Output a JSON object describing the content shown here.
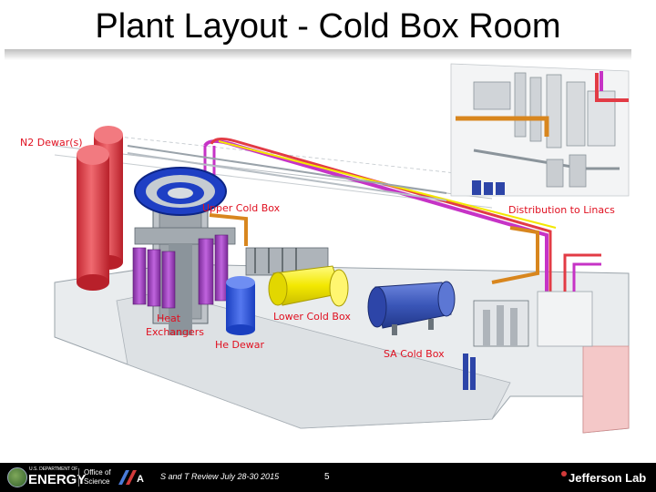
{
  "slide": {
    "title": "Plant Layout - Cold Box Room"
  },
  "labels": {
    "n2_dewar": "N2 Dewar(s)",
    "upper_cold_box": "Upper Cold Box",
    "distribution": "Distribution to Linacs",
    "heat_exchangers_1": "Heat",
    "heat_exchangers_2": "Exchangers",
    "lower_cold_box": "Lower Cold Box",
    "he_dewar": "He Dewar",
    "sa_cold_box": "SA Cold Box"
  },
  "footer": {
    "doe_small": "U.S. DEPARTMENT OF",
    "doe_energy": "ENERGY",
    "office_1": "Office of",
    "office_2": "Science",
    "review": "S and T Review July 28-30  2015",
    "page": "5",
    "lab": "Jefferson Lab"
  },
  "colors": {
    "label_red": "#e01020",
    "dewar_red": "#e23b45",
    "pipe_magenta": "#c633c6",
    "pipe_orange": "#d8861e",
    "cold_box_yellow": "#f3e800",
    "sa_box_blue": "#3a56b8",
    "heat_exchanger_purple": "#a043c0",
    "footer_bg": "#000000"
  }
}
